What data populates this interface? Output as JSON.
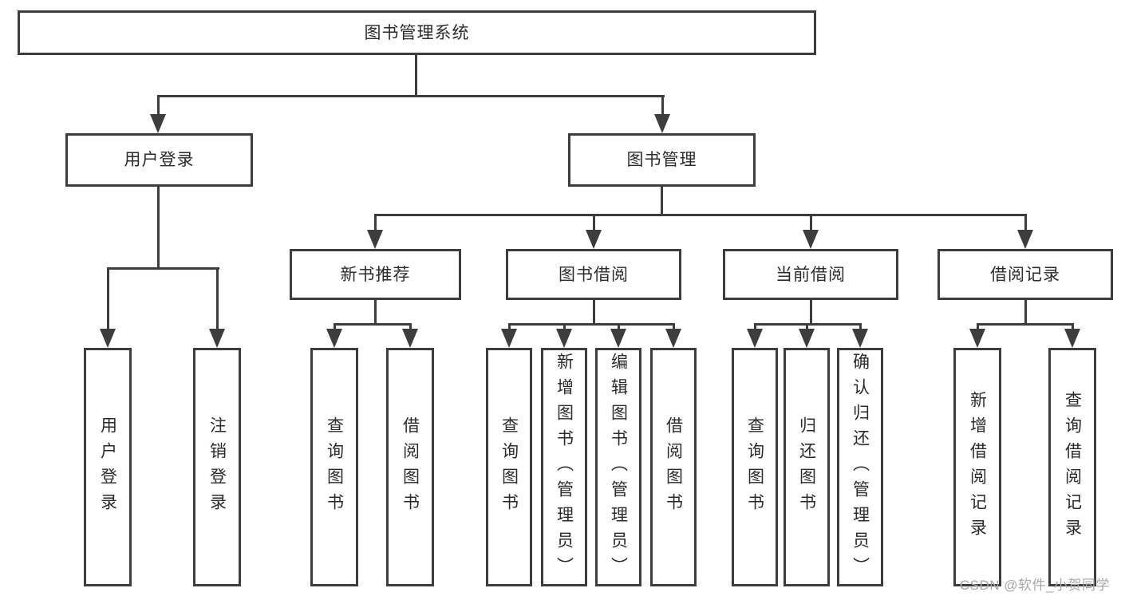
{
  "tree": {
    "label": "图书管理系统",
    "children": [
      {
        "label": "用户登录",
        "children": [
          {
            "label": "用户登录"
          },
          {
            "label": "注销登录"
          }
        ]
      },
      {
        "label": "图书管理",
        "children": [
          {
            "label": "新书推荐",
            "children": [
              {
                "label": "查询图书"
              },
              {
                "label": "借阅图书"
              }
            ]
          },
          {
            "label": "图书借阅",
            "children": [
              {
                "label": "查询图书"
              },
              {
                "label": "新增图书（管理员）"
              },
              {
                "label": "编辑图书（管理员）"
              },
              {
                "label": "借阅图书"
              }
            ]
          },
          {
            "label": "当前借阅",
            "children": [
              {
                "label": "查询图书"
              },
              {
                "label": "归还图书"
              },
              {
                "label": "确认归还（管理员）"
              }
            ]
          },
          {
            "label": "借阅记录",
            "children": [
              {
                "label": "新增借阅记录"
              },
              {
                "label": "查询借阅记录"
              }
            ]
          }
        ]
      }
    ]
  },
  "watermark": {
    "text": "CSDN @软件_小贺同学"
  },
  "colors": {
    "line": "#3d3d3d",
    "text": "#2b2b2b",
    "background": "#ffffff",
    "watermark": "#a8a8a8"
  }
}
